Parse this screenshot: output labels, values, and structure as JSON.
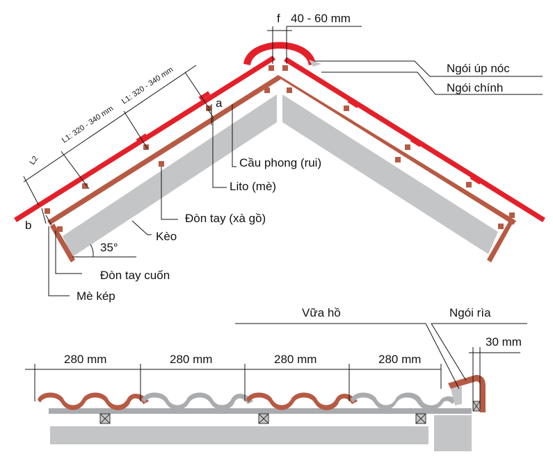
{
  "labels": {
    "top_gap": "40 - 60 mm",
    "f": "f",
    "a": "a",
    "b": "b",
    "l2": "L2",
    "l1_upper": "L1: 320 - 340 mm",
    "l1_lower": "L1: 320 - 340 mm",
    "ridge_tile": "Ngói úp nóc",
    "main_tile": "Ngói chính",
    "rafter": "Cầu phong (rui)",
    "batten": "Lito (mè)",
    "purlin": "Đòn tay (xà gồ)",
    "truss": "Kèo",
    "angle": "35°",
    "eave_purlin": "Đòn tay cuốn",
    "fascia": "Mè kép",
    "mortar": "Vữa hồ",
    "verge_tile": "Ngói rìa",
    "verge_gap": "30 mm",
    "spacing_1": "280 mm",
    "spacing_2": "280 mm",
    "spacing_3": "280 mm",
    "spacing_4": "280 mm"
  },
  "colors": {
    "tile_red": "#e3202a",
    "rafter_brown": "#b65a44",
    "truss_gray": "#c4c5c7",
    "tile_gray": "#a9abae",
    "line": "#111111"
  }
}
